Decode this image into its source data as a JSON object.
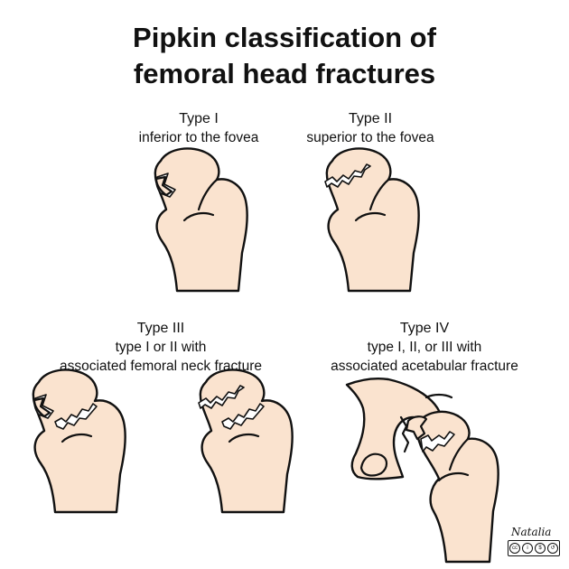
{
  "title": {
    "line1": "Pipkin classification of",
    "line2": "femoral head fractures"
  },
  "types": [
    {
      "name": "Type I",
      "description": [
        "inferior to the fovea"
      ]
    },
    {
      "name": "Type II",
      "description": [
        "superior to the fovea"
      ]
    },
    {
      "name": "Type III",
      "description": [
        "type I or II with",
        "associated femoral neck fracture"
      ]
    },
    {
      "name": "Type IV",
      "description": [
        "type I, II, or III with",
        "associated acetabular fracture"
      ]
    }
  ],
  "colors": {
    "bone": "#fae3cf",
    "outline": "#111111",
    "background": "#ffffff"
  },
  "signature": "Natalia",
  "license_badge": "cc-by-nc-sa"
}
